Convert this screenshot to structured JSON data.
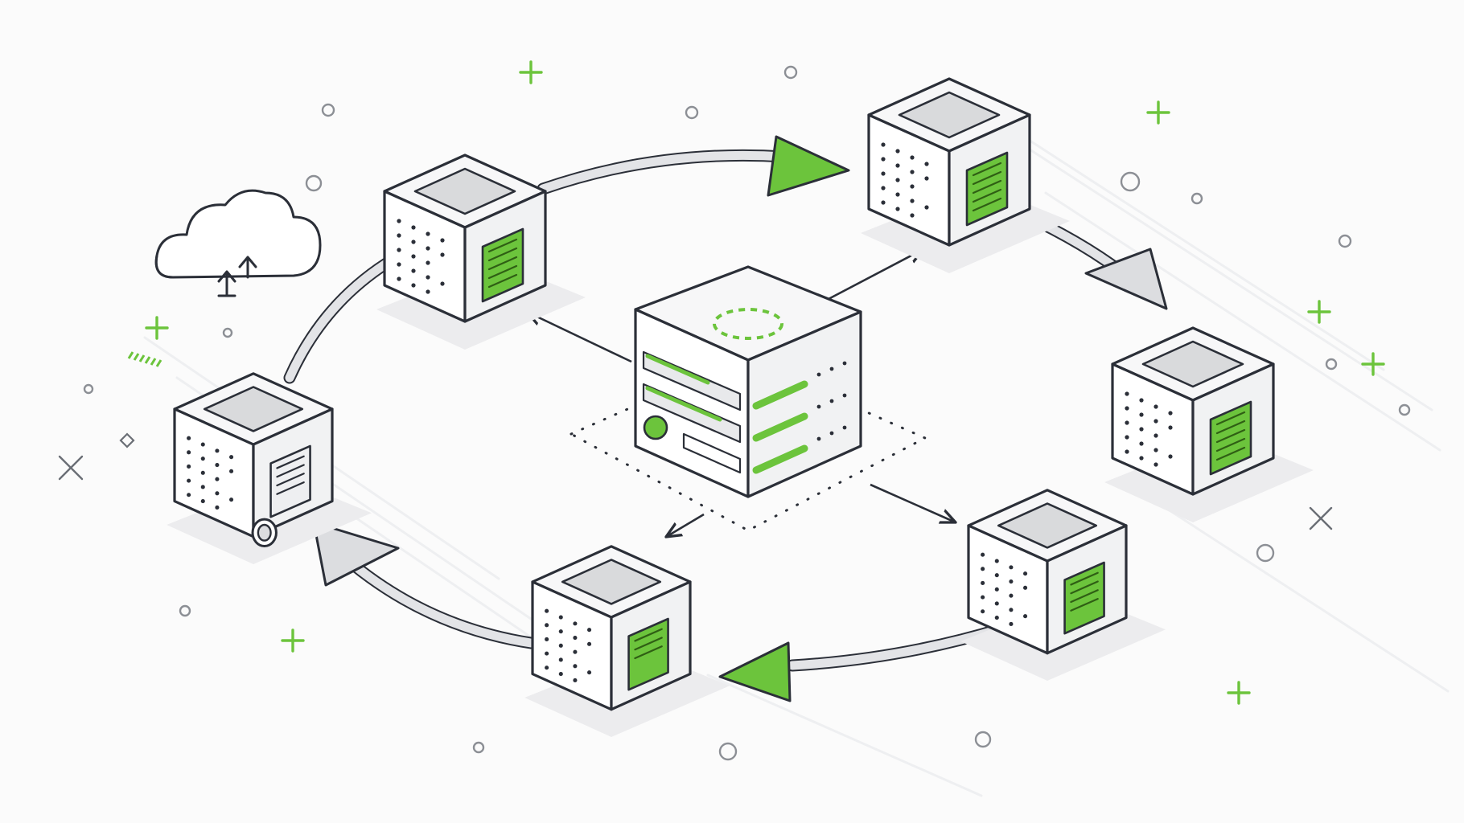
{
  "diagram": {
    "nodes": [
      {
        "id": "node-top-left",
        "label_lines": 5
      },
      {
        "id": "node-top-right",
        "label_lines": 5
      },
      {
        "id": "node-right",
        "label_lines": 5
      },
      {
        "id": "node-bottom-right",
        "label_lines": 4
      },
      {
        "id": "node-bottom-center",
        "label_lines": 3
      },
      {
        "id": "node-left",
        "label_lines": 4,
        "locked": true
      }
    ],
    "hub": {
      "id": "central-server",
      "rows": 3
    },
    "ring_direction": "clockwise",
    "connections": [
      "hub-to-top-left",
      "hub-to-top-right",
      "hub-to-bottom-right",
      "hub-to-bottom-center"
    ]
  },
  "colors": {
    "accent": "#6cc43c",
    "accent_dark": "#3f8f1d",
    "outline": "#2b2f38",
    "face_top": "#f7f7f8",
    "face_front": "#ffffff",
    "face_side": "#f1f2f3",
    "inset": "#d9dadc",
    "ring": "#e4e5e8",
    "shadow": "#ececee",
    "speck": "#8c8f95"
  },
  "icons": {
    "cloud": "cloud-upload-icon",
    "lock": "padlock-icon",
    "hub_status": "sync-ring-icon"
  }
}
